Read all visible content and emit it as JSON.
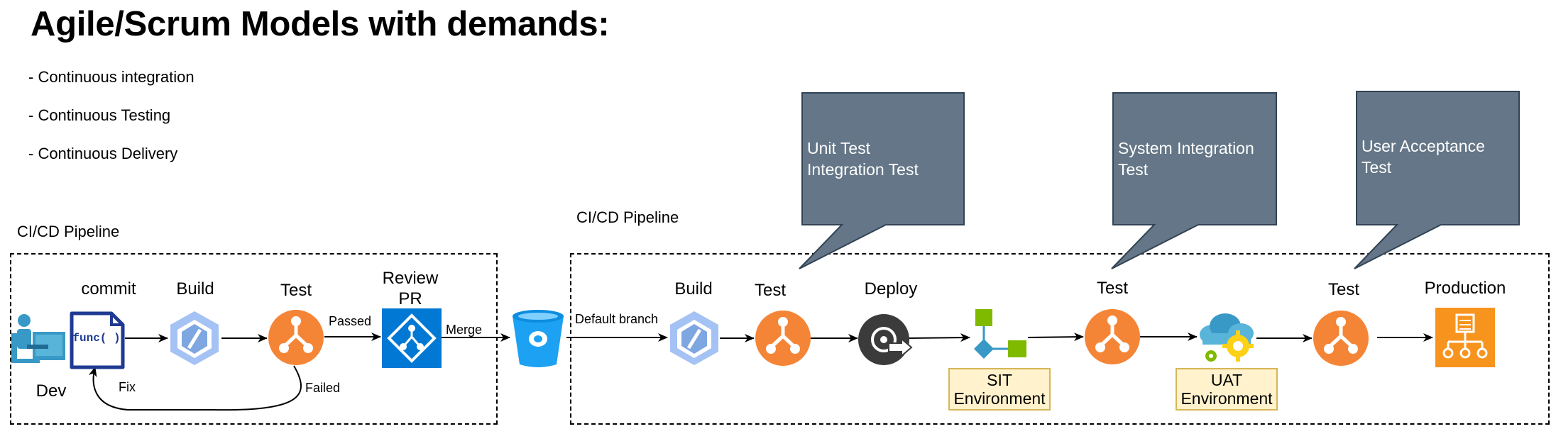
{
  "title": "Agile/Scrum Models with demands:",
  "bullets": [
    "- Continuous integration",
    "- Continuous Testing",
    "- Continuous Delivery"
  ],
  "left_pipeline": {
    "label": "CI/CD Pipeline",
    "nodes": {
      "dev": "Dev",
      "commit": "commit",
      "build": "Build",
      "test": "Test",
      "review_line1": "Review",
      "review_line2": "PR"
    },
    "code_icon_text": "func( )",
    "edges": {
      "passed": "Passed",
      "merge": "Merge",
      "failed": "Failed",
      "fix": "Fix"
    }
  },
  "right_pipeline": {
    "label": "CI/CD Pipeline",
    "edge_default_branch": "Default branch",
    "nodes": {
      "build": "Build",
      "test1": "Test",
      "deploy": "Deploy",
      "test2": "Test",
      "test3": "Test",
      "production": "Production"
    },
    "environments": {
      "sit_line1": "SIT",
      "sit_line2": "Environment",
      "uat_line1": "UAT",
      "uat_line2": "Environment"
    }
  },
  "callouts": {
    "unit": {
      "line1": "Unit Test",
      "line2": "Integration Test"
    },
    "sit": {
      "line1": "System Integration",
      "line2": "Test"
    },
    "uat": {
      "line1": "User Acceptance",
      "line2": "Test"
    }
  },
  "colors": {
    "test_icon": "#f58536",
    "build_icon": "#7ea6e0",
    "review_icon": "#0078d4",
    "bucket_icon": "#1da1f2",
    "deploy_icon": "#3b3b3b",
    "production_icon": "#f7941e",
    "callout": "#647687",
    "env_fill": "#fff2cc",
    "env_border": "#d6b656",
    "branch_green": "#7fba00",
    "branch_blue": "#3999c6"
  }
}
